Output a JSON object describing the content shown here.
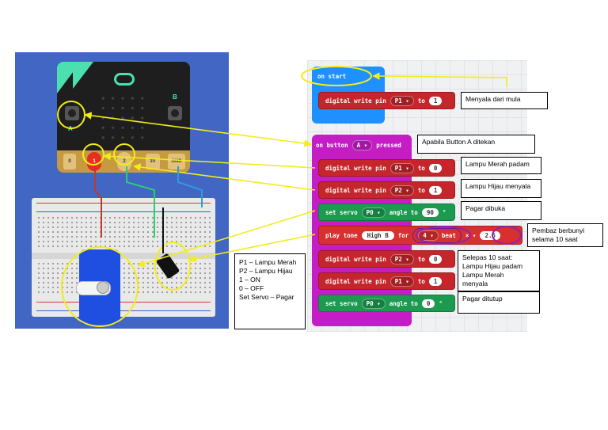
{
  "code": {
    "on_start": {
      "label": "on start",
      "block": {
        "cmd": "digital write pin",
        "pin": "P1 ▾",
        "to": "to",
        "value": "1"
      }
    },
    "on_button": {
      "label": "on button",
      "button": "A ▾",
      "pressed": "pressed",
      "blocks": [
        {
          "type": "write",
          "cmd": "digital write pin",
          "pin": "P1 ▾",
          "to": "to",
          "value": "0"
        },
        {
          "type": "write",
          "cmd": "digital write pin",
          "pin": "P2 ▾",
          "to": "to",
          "value": "1"
        },
        {
          "type": "servo",
          "cmd": "set servo",
          "pin": "P0 ▾",
          "angle": "angle to",
          "value": "90",
          "unit": "°"
        },
        {
          "type": "tone",
          "cmd": "play tone",
          "note": "High B",
          "for": "for",
          "beats": "4 ▾",
          "beat": "beat",
          "times": "× ▾",
          "factor": "2.5"
        },
        {
          "type": "write",
          "cmd": "digital write pin",
          "pin": "P2 ▾",
          "to": "to",
          "value": "0"
        },
        {
          "type": "write",
          "cmd": "digital write pin",
          "pin": "P1 ▾",
          "to": "to",
          "value": "1"
        },
        {
          "type": "servo",
          "cmd": "set servo",
          "pin": "P0 ▾",
          "angle": "angle to",
          "value": "0",
          "unit": "°"
        }
      ]
    }
  },
  "notes": {
    "start": "Menyala dari mula",
    "button_a": "Apabila Button A ditekan",
    "red_off": "Lampu Merah padam",
    "green_on": "Lampu Hijau menyala",
    "gate_open": "Pagar dibuka",
    "buzzer": "Pembaz berbunyi\nselama 10 saat",
    "after10": "Selepas 10 saat:\nLampu Hijau padam\nLampu Merah\nmenyala",
    "gate_closed": "Pagar ditutup",
    "legend": "P1 – Lampu Merah\nP2 – Lampu Hijau\n1 – ON\n0 – OFF\nSet Servo – Pagar"
  },
  "board": {
    "pins": [
      "0",
      "1",
      "2",
      "3V",
      "GND"
    ],
    "button_a": "A",
    "button_b": "B"
  },
  "colors": {
    "highlight": "#f2ec1c",
    "board": "#1e1e1e",
    "accent": "#4ce0b0",
    "event": "#c51dc5",
    "start": "#1e90ff",
    "servo": "#1f4fe0"
  }
}
